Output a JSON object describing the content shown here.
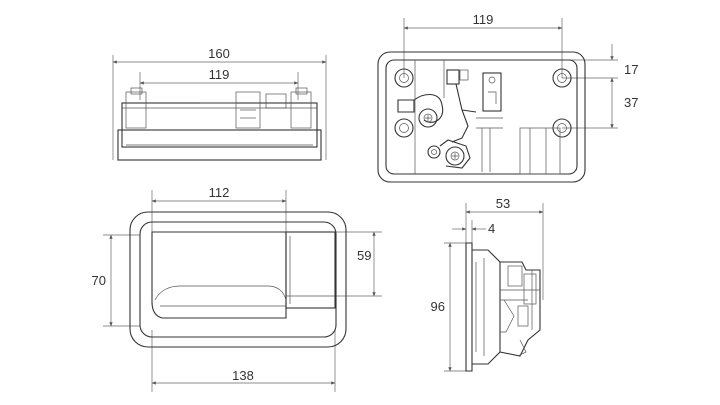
{
  "colors": {
    "line": "#333333",
    "dimension": "#666666",
    "background": "#ffffff"
  },
  "views": {
    "top_view": {
      "dims": {
        "overall_width": "160",
        "hole_spacing": "119"
      }
    },
    "front_view": {
      "dims": {
        "hole_spacing": "119",
        "right_top": "17",
        "right_spacing": "37"
      }
    },
    "face_view": {
      "dims": {
        "handle_width": "112",
        "overall_height": "70",
        "cutout_height": "59",
        "overall_width": "138"
      }
    },
    "side_view": {
      "dims": {
        "depth": "53",
        "flange": "4",
        "height": "96"
      }
    }
  }
}
